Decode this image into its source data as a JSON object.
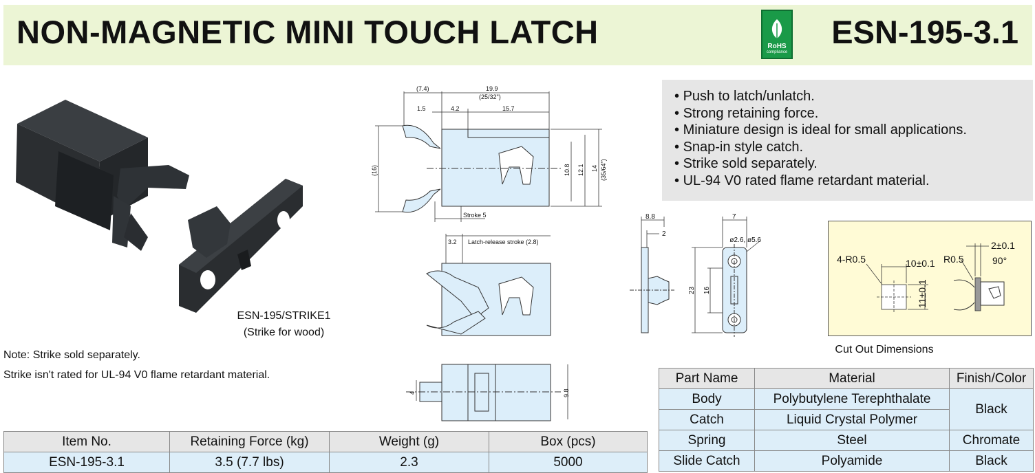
{
  "header": {
    "title": "NON-MAGNETIC MINI TOUCH LATCH",
    "model": "ESN-195-3.1",
    "rohs_label": "RoHS",
    "rohs_sub": "compliance"
  },
  "features": [
    "Push to latch/unlatch.",
    "Strong retaining force.",
    "Miniature design is ideal for small applications.",
    "Snap-in style catch.",
    "Strike sold separately.",
    "UL-94 V0 rated flame retardant material."
  ],
  "photo": {
    "strike_caption_line1": "ESN-195/STRIKE1",
    "strike_caption_line2": "(Strike for wood)"
  },
  "notes": {
    "note1": "Note: Strike sold separately.",
    "note2": "Strike isn't rated for UL-94 V0 flame retardant material."
  },
  "drawing": {
    "dim_7_4": "(7.4)",
    "dim_19_9": "19.9",
    "dim_25_32": "(25/32\")",
    "dim_1_5": "1.5",
    "dim_4_2": "4.2",
    "dim_15_7": "15.7",
    "dim_16": "(16)",
    "dim_10_8": "10.8",
    "dim_12_1": "12.1",
    "dim_14": "14",
    "dim_35_64": "(35/64\")",
    "stroke": "Stroke 5",
    "dim_3_2": "3.2",
    "latch_release": "Latch-release stroke (2.8)",
    "dim_4": "4",
    "dim_9_8": "9.8",
    "side_8_8": "8.8",
    "side_2": "2",
    "front_7": "7",
    "front_holes": "ø2.6, ø5.6",
    "front_23": "23",
    "front_16": "16"
  },
  "cutout": {
    "r1": "4-R0.5",
    "w": "10±0.1",
    "h": "11±0.1",
    "r2": "R0.5",
    "t": "2±0.1",
    "angle": "90°",
    "caption": "Cut Out Dimensions"
  },
  "spec_table": {
    "headers": [
      "Item No.",
      "Retaining Force (kg)",
      "Weight (g)",
      "Box (pcs)"
    ],
    "row": [
      "ESN-195-3.1",
      "3.5 (7.7 lbs)",
      "2.3",
      "5000"
    ]
  },
  "material_table": {
    "headers": [
      "Part Name",
      "Material",
      "Finish/Color"
    ],
    "rows": [
      {
        "part": "Body",
        "material": "Polybutylene Terephthalate"
      },
      {
        "part": "Catch",
        "material": "Liquid Crystal Polymer"
      },
      {
        "part": "Spring",
        "material": "Steel",
        "finish": "Chromate"
      },
      {
        "part": "Slide Catch",
        "material": "Polyamide",
        "finish": "Black"
      }
    ],
    "merged_finish": "Black"
  },
  "colors": {
    "header_bg": "#ecf5d5",
    "part_fill": "#dceefa",
    "row_blue": "#ddeef9",
    "rohs_green": "#1a9a48",
    "cutout_bg": "#fffbd6"
  }
}
